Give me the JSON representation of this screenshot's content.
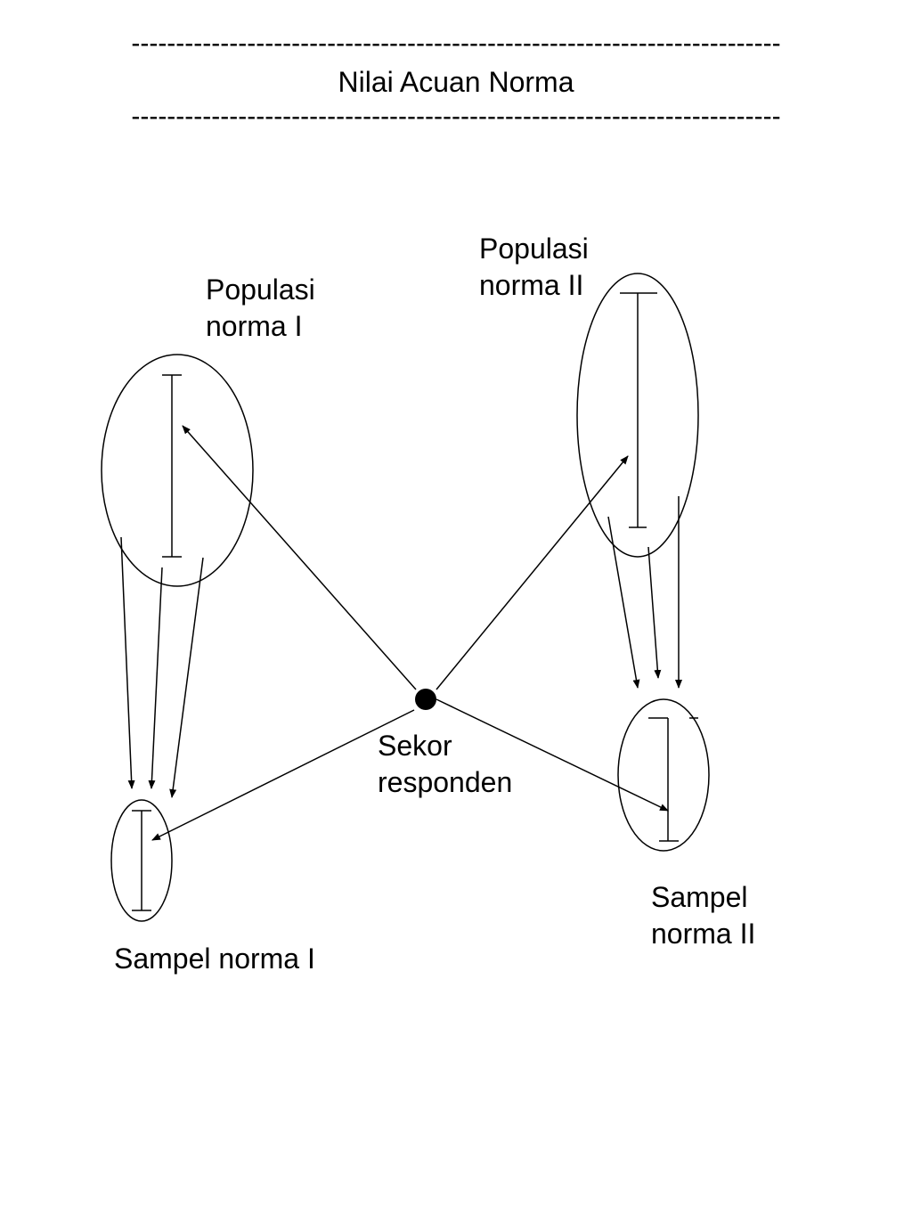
{
  "header": {
    "dashes_top": "-------------------------------------------------------------------------",
    "title": "Nilai Acuan Norma",
    "dashes_bottom": "-------------------------------------------------------------------------"
  },
  "nodes": {
    "populasi_norma_1": {
      "line1": "Populasi",
      "line2": "norma I"
    },
    "populasi_norma_2": {
      "line1": "Populasi",
      "line2": "norma II"
    },
    "sekor_responden": {
      "line1": "Sekor",
      "line2": "responden"
    },
    "sampel_norma_1": {
      "label": "Sampel norma I"
    },
    "sampel_norma_2": {
      "line1": "Sampel",
      "line2": "norma II"
    }
  }
}
